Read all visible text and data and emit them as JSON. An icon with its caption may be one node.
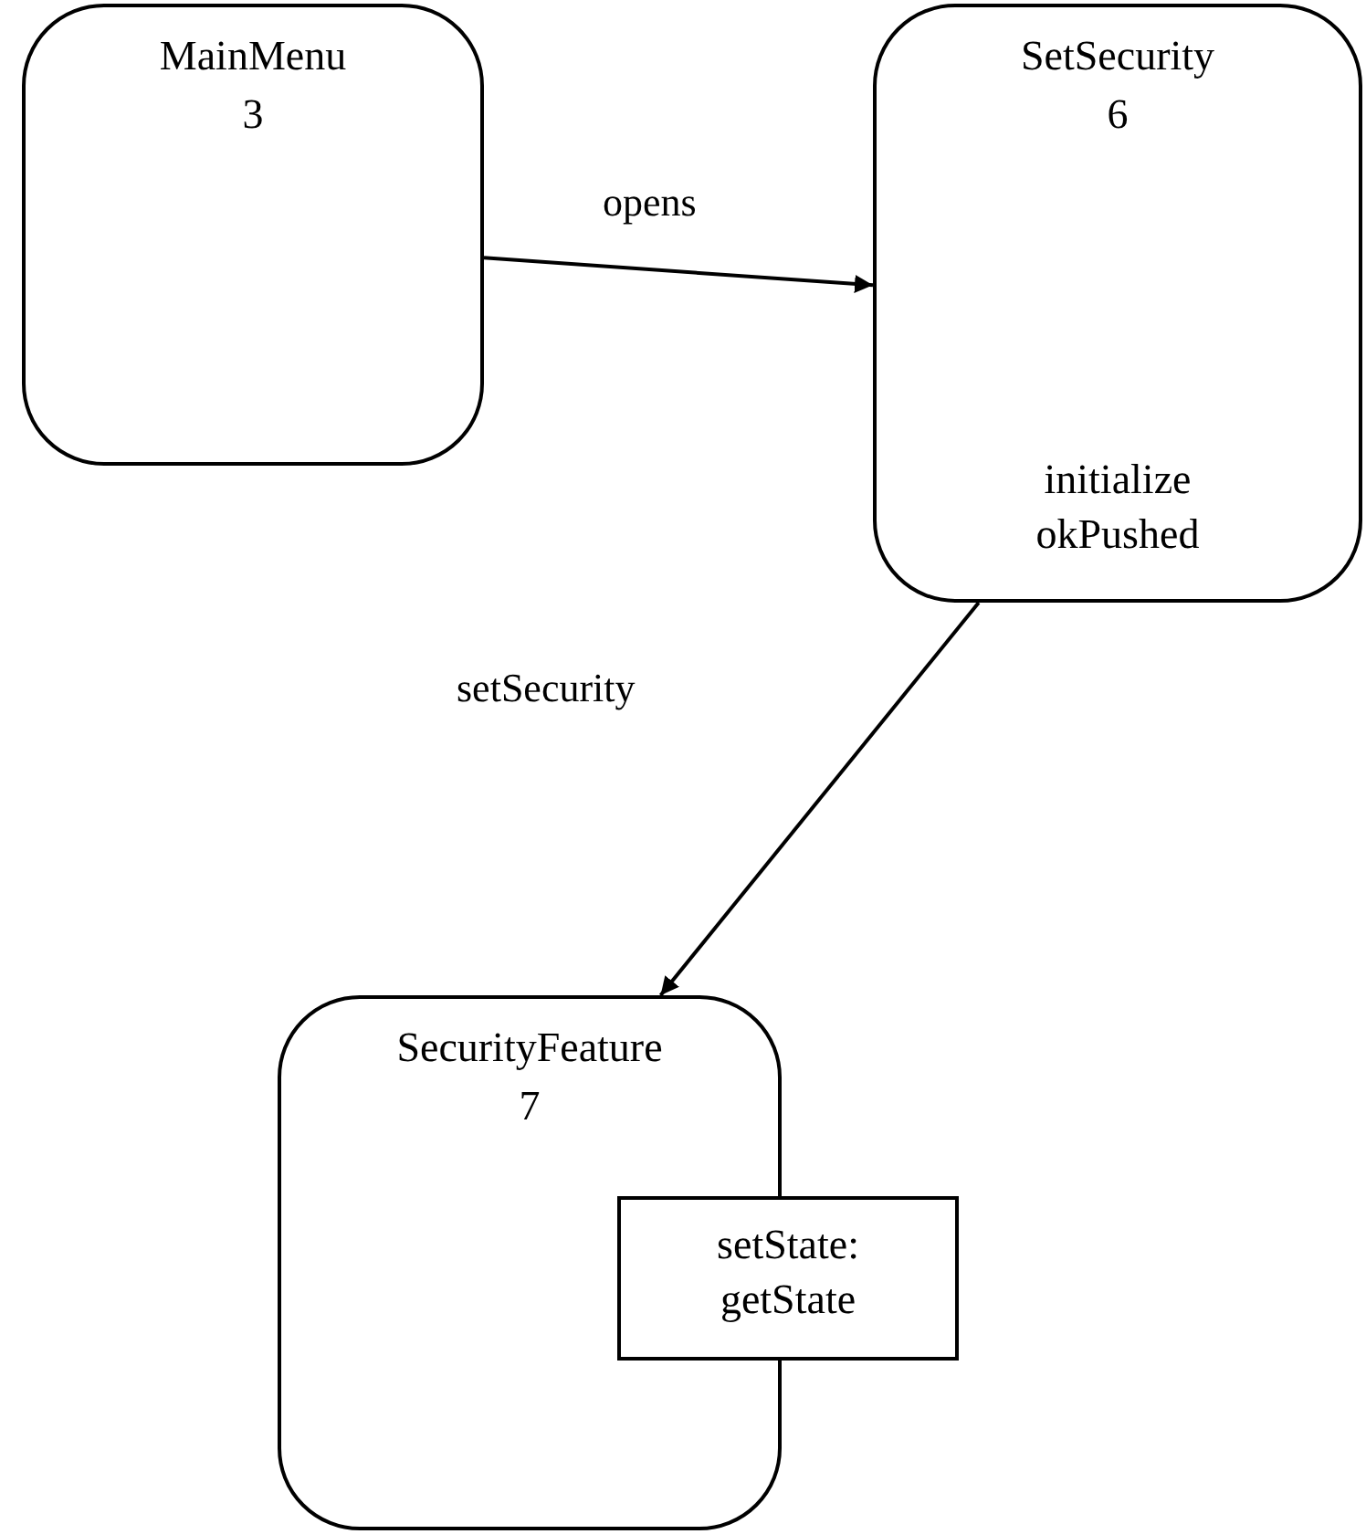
{
  "diagram": {
    "nodes": [
      {
        "text": [
          "MainMenu",
          "3"
        ]
      },
      {
        "text": [
          "SetSecurity",
          "6",
          "initialize okPushed"
        ]
      },
      {
        "text": [
          "SecurityFeature",
          "7"
        ]
      },
      {
        "text": [
          "setState: getState"
        ]
      }
    ],
    "edges": [
      {
        "from": 0,
        "to": 1,
        "arrow": "to",
        "label": "opens"
      },
      {
        "from": 1,
        "to": 2,
        "arrow": "to",
        "label": "setSecurity"
      }
    ]
  }
}
